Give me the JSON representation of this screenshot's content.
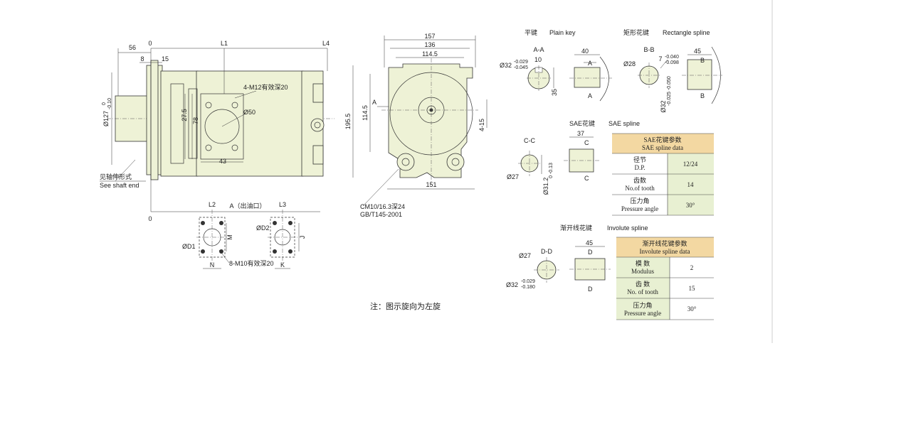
{
  "side_view": {
    "dims": [
      "56",
      "0",
      "L1",
      "L4",
      "8",
      "15",
      "27.5",
      "78",
      "43"
    ],
    "dia_127": "Ø127",
    "dia_127_tol_upper": "0",
    "dia_127_tol_lower": "-0.10",
    "hole_note": "4-M12有效深20",
    "dia_50": "Ø50",
    "shaft_note_cn": "见轴伸形式",
    "shaft_note_en": "See shaft end",
    "origin": "0"
  },
  "front_view": {
    "dims": [
      "157",
      "136",
      "114.5",
      "195.5",
      "114.5",
      "4-15",
      "151"
    ],
    "section_mark": "A",
    "thread_note_1": "CM10/16.3深24",
    "thread_note_2": "GB/T145-2001"
  },
  "port_view": {
    "labels": [
      "L2",
      "A（出油口）",
      "L3"
    ],
    "dia_d1": "ØD1",
    "dia_d2": "ØD2",
    "m_label": "M",
    "j_label": "J",
    "n_label": "N",
    "k_label": "K",
    "bolt_note": "8-M10有效深20"
  },
  "note": "注：图示旋向为左旋",
  "plain_key": {
    "title_cn": "平键",
    "title_en": "Plain key",
    "section": "A-A",
    "dims": [
      "40",
      "10",
      "35"
    ],
    "dia": "Ø32",
    "dia_tol_upper": "-0.029",
    "dia_tol_lower": "-0.045",
    "mark": "A"
  },
  "rect_spline": {
    "title_cn": "矩形花键",
    "title_en": "Rectangle spline",
    "section": "B-B",
    "dims": [
      "45",
      "7"
    ],
    "tol_7_upper": "-0.040",
    "tol_7_lower": "-0.098",
    "dia_28": "Ø28",
    "dia_32": "Ø32",
    "dia_32_tol": "-0.025 -0.050",
    "mark": "B"
  },
  "sae_spline": {
    "title_cn": "SAE花键",
    "title_en": "SAE spline",
    "section": "C-C",
    "dims": [
      "37"
    ],
    "dia_27": "Ø27",
    "dia_31": "Ø31.2",
    "dia_31_tol": "0 -0.13",
    "mark": "C",
    "table_head_cn": "SAE花键参数",
    "table_head_en": "SAE spline data",
    "rows": [
      {
        "cn": "径节",
        "en": "D.P.",
        "value": "12/24"
      },
      {
        "cn": "齿数",
        "en": "No.of tooth",
        "value": "14"
      },
      {
        "cn": "压力角",
        "en": "Pressure angle",
        "value": "30°"
      }
    ]
  },
  "involute_spline": {
    "title_cn": "渐开线花键",
    "title_en": "Involute spline",
    "section": "D-D",
    "dims": [
      "45"
    ],
    "dia_27": "Ø27",
    "dia_32": "Ø32",
    "dia_32_tol_upper": "-0.029",
    "dia_32_tol_lower": "-0.180",
    "mark": "D",
    "table_head_cn": "渐开线花键参数",
    "table_head_en": "Involute  spline data",
    "rows": [
      {
        "cn": "模 数",
        "en": "Modulus",
        "value": "2"
      },
      {
        "cn": "齿 数",
        "en": "No. of tooth",
        "value": "15"
      },
      {
        "cn": "压力角",
        "en": "Pressure angle",
        "value": "30°"
      }
    ]
  }
}
